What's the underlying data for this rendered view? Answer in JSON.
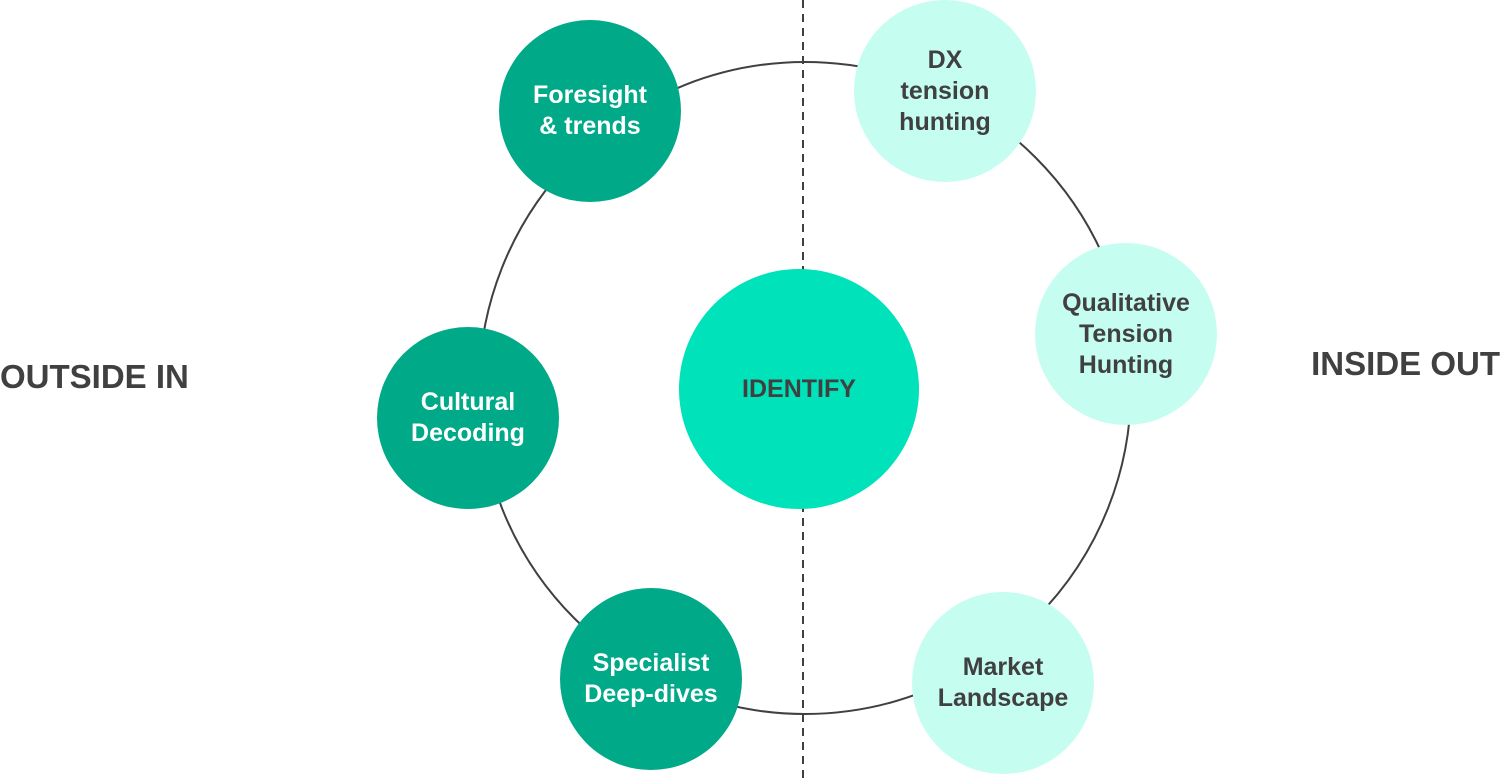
{
  "diagram": {
    "side_labels": {
      "left": "OUTSIDE IN",
      "right": "INSIDE OUT"
    },
    "center": {
      "label": "IDENTIFY"
    },
    "outside_in_nodes": [
      {
        "line1": "Foresight",
        "line2": "& trends",
        "line3": ""
      },
      {
        "line1": "Cultural",
        "line2": "Decoding",
        "line3": ""
      },
      {
        "line1": "Specialist",
        "line2": "Deep-dives",
        "line3": ""
      }
    ],
    "inside_out_nodes": [
      {
        "line1": "DX",
        "line2": "tension",
        "line3": "hunting"
      },
      {
        "line1": "Qualitative",
        "line2": "Tension",
        "line3": "Hunting"
      },
      {
        "line1": "Market",
        "line2": "Landscape",
        "line3": ""
      }
    ],
    "colors": {
      "outside_in_fill": "#00a988",
      "inside_out_fill": "#c6fdf1",
      "center_fill": "#00e2b9",
      "ring_stroke": "#404040",
      "text_dark": "#404040",
      "text_light": "#ffffff"
    }
  }
}
